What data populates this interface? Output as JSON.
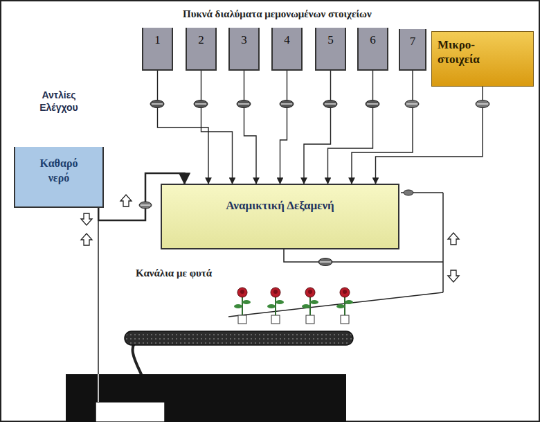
{
  "diagram": {
    "title": "Πυκνά διαλύματα μεμονωμένων στοιχείων",
    "nodes": [
      {
        "text": [
          "1"
        ]
      },
      {
        "text": [
          "2"
        ]
      },
      {
        "text": [
          "3"
        ]
      },
      {
        "text": [
          "4"
        ]
      },
      {
        "text": [
          "5"
        ]
      },
      {
        "text": [
          "6"
        ]
      },
      {
        "text": [
          "7"
        ]
      },
      {
        "text": [
          "Μικρο- στοιχεία"
        ]
      },
      {
        "text": [
          "Καθαρό νερό"
        ]
      },
      {
        "text": [
          "Αναμικτική Δεξαμενή"
        ]
      }
    ],
    "edges": [
      {
        "from": 0,
        "to": 9,
        "arrow": "to"
      },
      {
        "from": 1,
        "to": 9,
        "arrow": "to"
      },
      {
        "from": 2,
        "to": 9,
        "arrow": "to"
      },
      {
        "from": 3,
        "to": 9,
        "arrow": "to"
      },
      {
        "from": 4,
        "to": 9,
        "arrow": "to"
      },
      {
        "from": 5,
        "to": 9,
        "arrow": "to"
      },
      {
        "from": 6,
        "to": 9,
        "arrow": "to"
      },
      {
        "from": 7,
        "to": 9,
        "arrow": "to"
      },
      {
        "from": 8,
        "to": 9,
        "arrow": "to"
      }
    ],
    "labels": [
      "Αντλίες Ελέγχου",
      "Κανάλια με φυτά"
    ]
  }
}
